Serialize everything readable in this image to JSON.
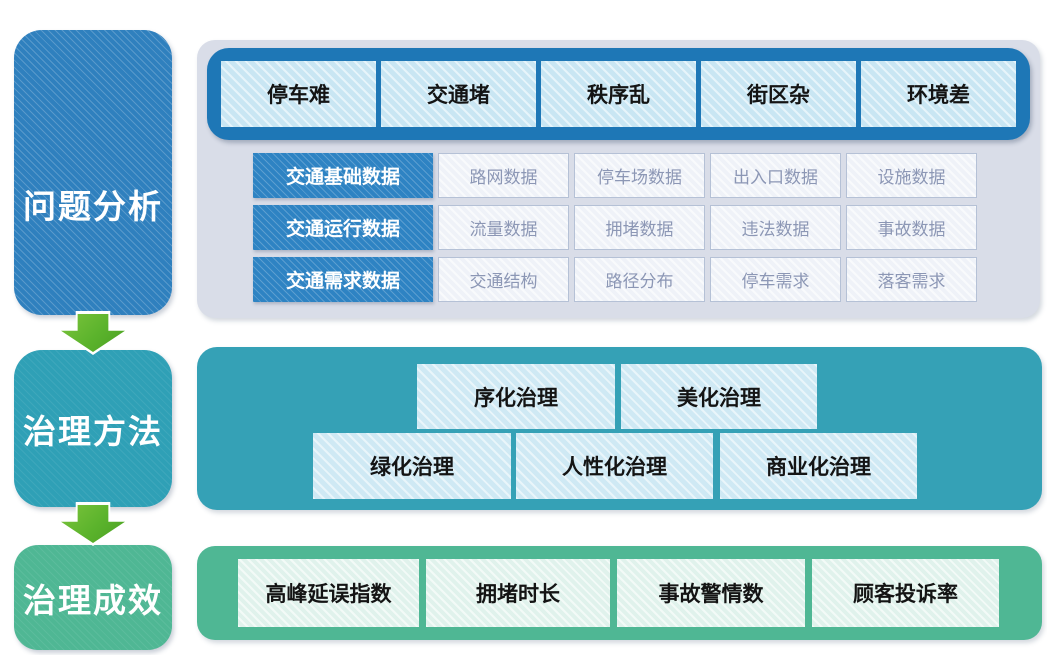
{
  "stages": {
    "problem_analysis": "问题分析",
    "governance_methods": "治理方法",
    "governance_results": "治理成效"
  },
  "problems": {
    "items": [
      "停车难",
      "交通堵",
      "秩序乱",
      "街区杂",
      "环境差"
    ]
  },
  "data_matrix": {
    "rows": [
      {
        "header": "交通基础数据",
        "cells": [
          "路网数据",
          "停车场数据",
          "出入口数据",
          "设施数据"
        ]
      },
      {
        "header": "交通运行数据",
        "cells": [
          "流量数据",
          "拥堵数据",
          "违法数据",
          "事故数据"
        ]
      },
      {
        "header": "交通需求数据",
        "cells": [
          "交通结构",
          "路径分布",
          "停车需求",
          "落客需求"
        ]
      }
    ]
  },
  "methods": {
    "row1": [
      "序化治理",
      "美化治理"
    ],
    "row2": [
      "绿化治理",
      "人性化治理",
      "商业化治理"
    ]
  },
  "results": {
    "items": [
      "高峰延误指数",
      "拥堵时长",
      "事故警情数",
      "顾客投诉率"
    ]
  },
  "colors": {
    "stage_blue": "#2f80be",
    "stage_teal": "#2fa0b6",
    "stage_green": "#4fb794",
    "band_dark_blue": "#1e77b6",
    "row_header_blue": "#2e83c3",
    "panel_gray": "#d9dde8",
    "light_blue_box": "#c9e6f3",
    "mint_box": "#e0f2ec",
    "data_cell_bg": "#eff2f8",
    "data_cell_text": "#8c97b5",
    "arrow_green": "#5bb32c"
  }
}
